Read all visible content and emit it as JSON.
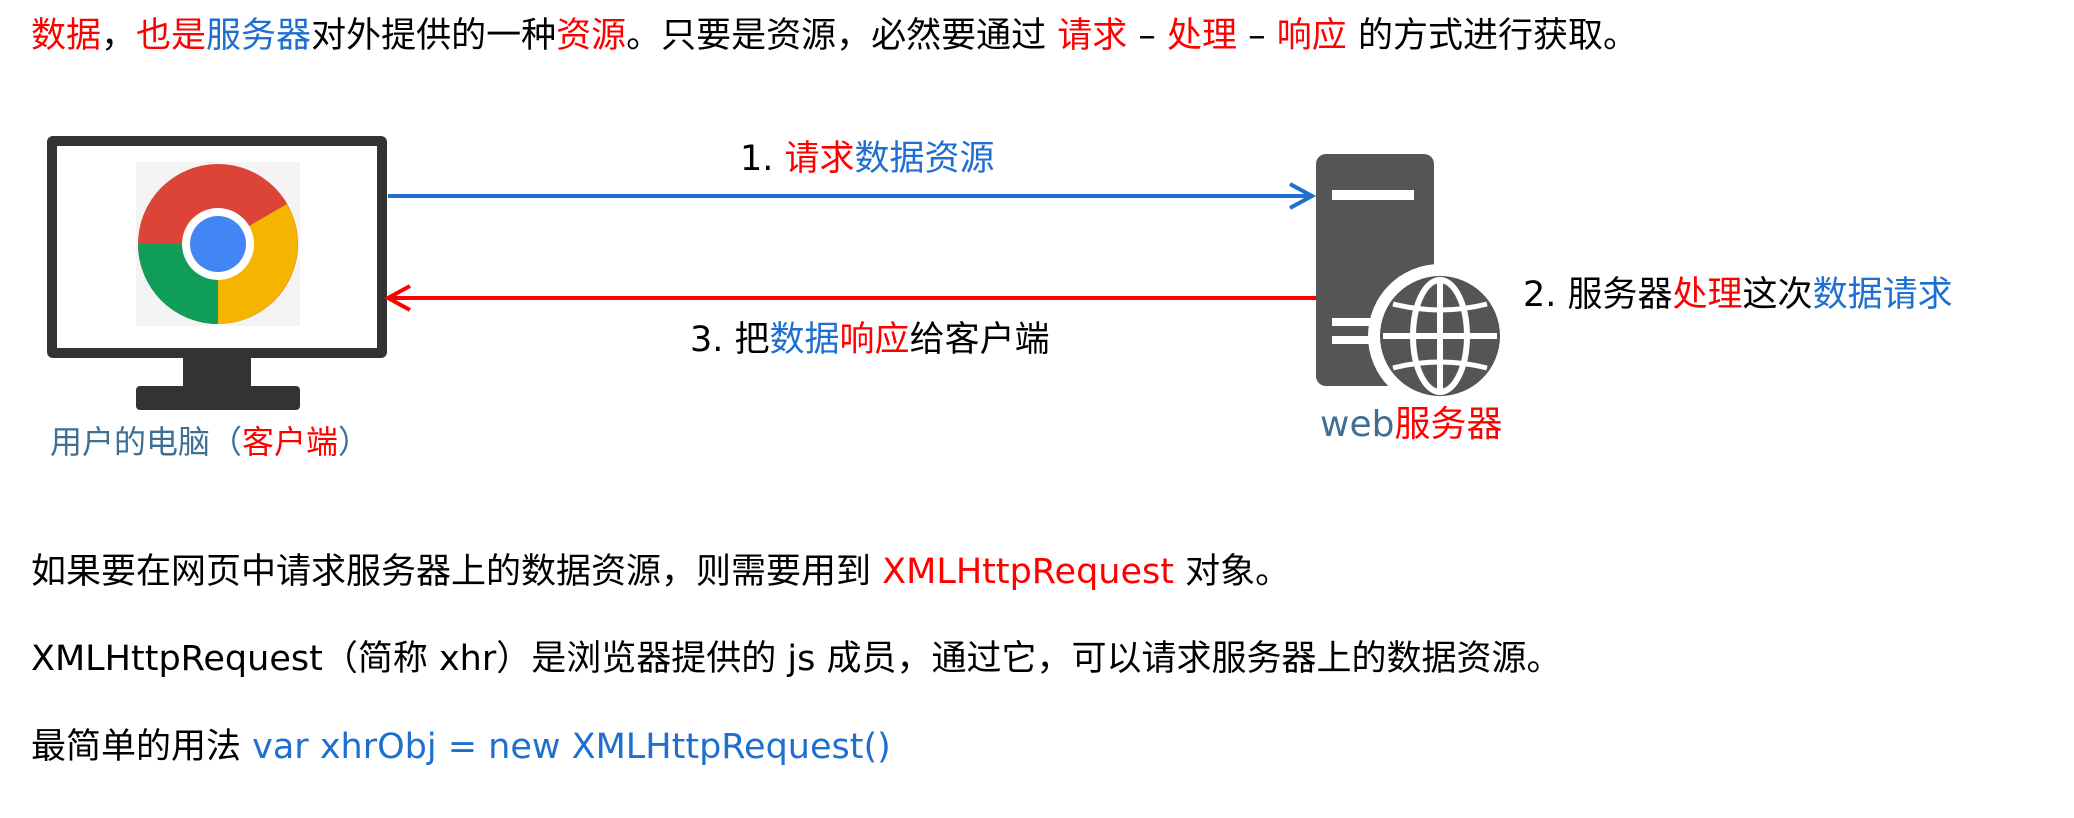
{
  "intro": {
    "p1": "数据",
    "p2": "，",
    "p3": "也是",
    "p4": "服务器",
    "p5": "对外提供的一种",
    "p6": "资源",
    "p7": "。只要是资源，必然要通过 ",
    "p8": "请求",
    "p9": " – ",
    "p10": "处理",
    "p11": " – ",
    "p12": "响应",
    "p13": " 的方式进行获取。"
  },
  "diagram": {
    "step1": {
      "num": "1. ",
      "verb": "请求",
      "obj": "数据资源"
    },
    "step2": {
      "num": "2. 服务器",
      "verb": "处理",
      "mid": "这次",
      "obj": "数据请求"
    },
    "step3": {
      "num": "3. 把",
      "obj": "数据",
      "verb": "响应",
      "rest": "给客户端"
    },
    "client_label": {
      "a": "用户的电脑（",
      "b": "客户端",
      "c": "）"
    },
    "server_label": {
      "a": "web",
      "b": "服务器"
    },
    "icons": [
      "monitor-icon",
      "chrome-icon",
      "server-icon",
      "globe-icon",
      "arrow-right-icon",
      "arrow-left-icon"
    ],
    "colors": {
      "request_arrow": "#1f6fd0",
      "response_arrow": "#ff0000",
      "device": "#333333",
      "server": "#555555"
    }
  },
  "paragraphs": {
    "p1": {
      "a": "如果要在网页中请求服务器上的数据资源，则需要用到 ",
      "b": "XMLHttpRequest",
      "c": " 对象。"
    },
    "p2": "XMLHttpRequest（简称 xhr）是浏览器提供的 js 成员，通过它，可以请求服务器上的数据资源。",
    "p3": {
      "a": "最简单的用法 ",
      "b": "var xhrObj = new XMLHttpRequest()"
    }
  }
}
